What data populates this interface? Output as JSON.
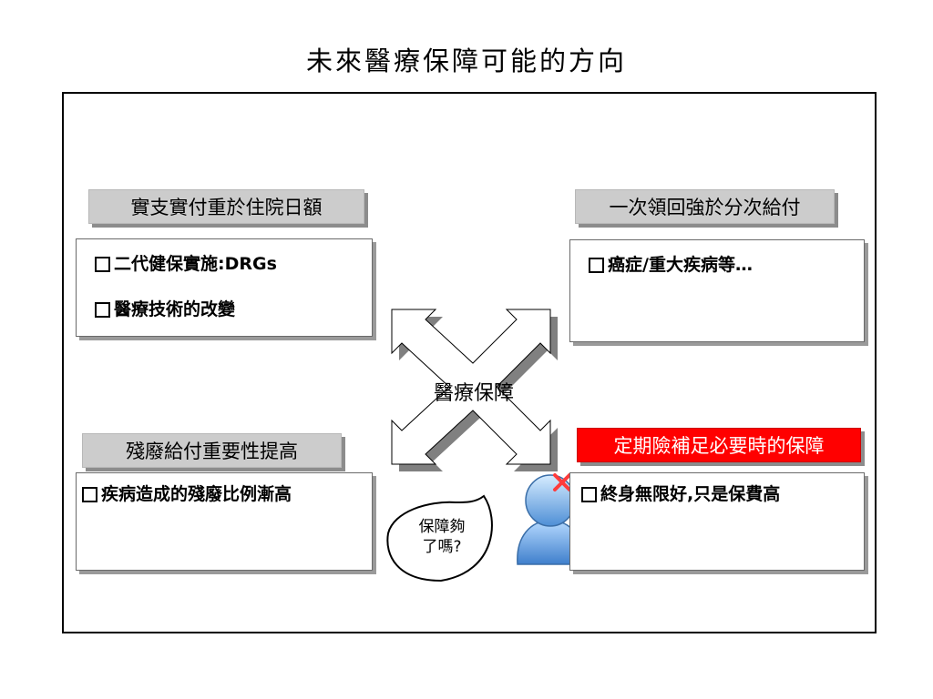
{
  "title": "未來醫療保障可能的方向",
  "center": {
    "label": "醫療保障"
  },
  "top_left": {
    "label": "實支實付重於住院日額",
    "items": [
      "二代健保實施:DRGs",
      "醫療技術的改變"
    ]
  },
  "top_right": {
    "label": "一次領回強於分次給付",
    "items": [
      "癌症/重大疾病等…"
    ]
  },
  "bottom_left": {
    "label": "殘廢給付重要性提高",
    "items": [
      "疾病造成的殘廢比例漸高"
    ]
  },
  "bottom_right": {
    "label": "定期險補足必要時的保障",
    "items": [
      "終身無限好,只是保費高"
    ]
  },
  "speech_bubble": {
    "line1": "保障夠",
    "line2": "了嗎?"
  },
  "colors": {
    "label_gray": "#cccccc",
    "label_red": "#ff0000",
    "arrow_shadow": "#808080"
  },
  "icons": {
    "person": "user-icon",
    "cross": "x-mark-icon"
  }
}
